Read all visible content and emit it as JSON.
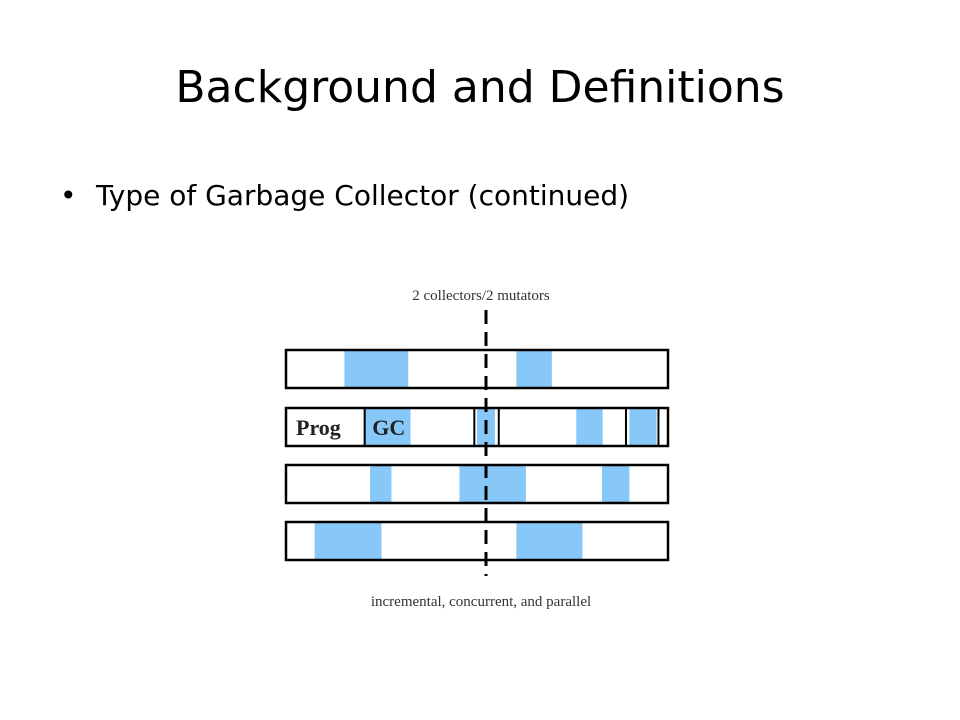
{
  "slide": {
    "title": "Background and Definitions",
    "bullets": [
      {
        "text": "Type of Garbage Collector (continued)"
      }
    ]
  },
  "diagram": {
    "top_label": "2 collectors/2 mutators",
    "bottom_label": "incremental, concurrent, and parallel",
    "prog_label": "Prog",
    "gc_label": "GC",
    "gc_color": "#87c8f8",
    "outline_color": "#000000",
    "rows": [
      {
        "gc_segments": [
          [
            0.153,
            0.32
          ],
          [
            0.603,
            0.696
          ]
        ]
      },
      {
        "gc_segments": [
          [
            0.203,
            0.326
          ],
          [
            0.5,
            0.547
          ],
          [
            0.76,
            0.829
          ],
          [
            0.899,
            0.97
          ]
        ]
      },
      {
        "gc_segments": [
          [
            0.22,
            0.276
          ],
          [
            0.454,
            0.628
          ],
          [
            0.827,
            0.899
          ]
        ]
      },
      {
        "gc_segments": [
          [
            0.075,
            0.25
          ],
          [
            0.603,
            0.776
          ]
        ]
      }
    ],
    "row_dividers": [
      [],
      [
        0.206,
        0.493,
        0.557,
        0.89,
        0.975
      ],
      [],
      []
    ]
  }
}
